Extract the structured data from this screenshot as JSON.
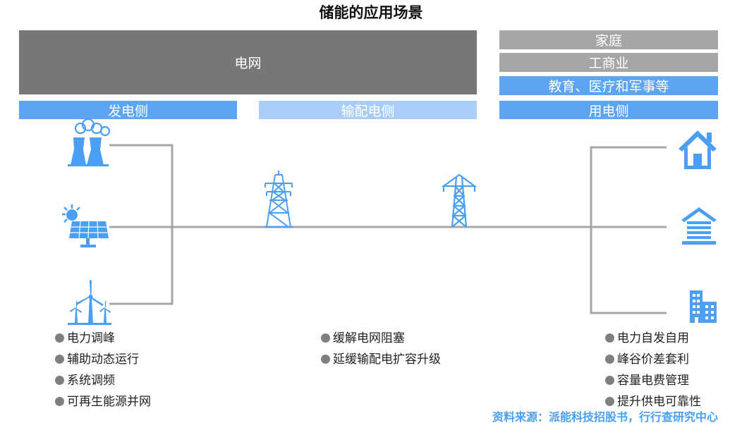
{
  "title": "储能的应用场景",
  "grid_label": "电网",
  "user_categories": [
    "家庭",
    "工商业",
    "教育、医疗和军事等"
  ],
  "sides": {
    "generation": "发电侧",
    "transmission": "输配电侧",
    "consumption": "用电侧"
  },
  "generation_benefits": [
    "电力调峰",
    "辅助动态运行",
    "系统调频",
    "可再生能源并网"
  ],
  "transmission_benefits": [
    "缓解电网阻塞",
    "延缓输配电扩容升级"
  ],
  "consumption_benefits": [
    "电力自发自用",
    "峰谷价差套利",
    "容量电费管理",
    "提升供电可靠性"
  ],
  "source": "资料来源：派能科技招股书，行行查研究中心",
  "colors": {
    "blue": "#5ca4f4",
    "light_blue": "#a9cdf7",
    "dark_gray": "#777777",
    "gray": "#a6a6a6",
    "line": "#a6a6a6",
    "icon": "#4a9ff5"
  },
  "icons": [
    "power-plant-icon",
    "solar-panel-icon",
    "wind-turbine-icon",
    "transmission-tower-icon",
    "house-icon",
    "commercial-building-icon",
    "office-building-icon"
  ]
}
